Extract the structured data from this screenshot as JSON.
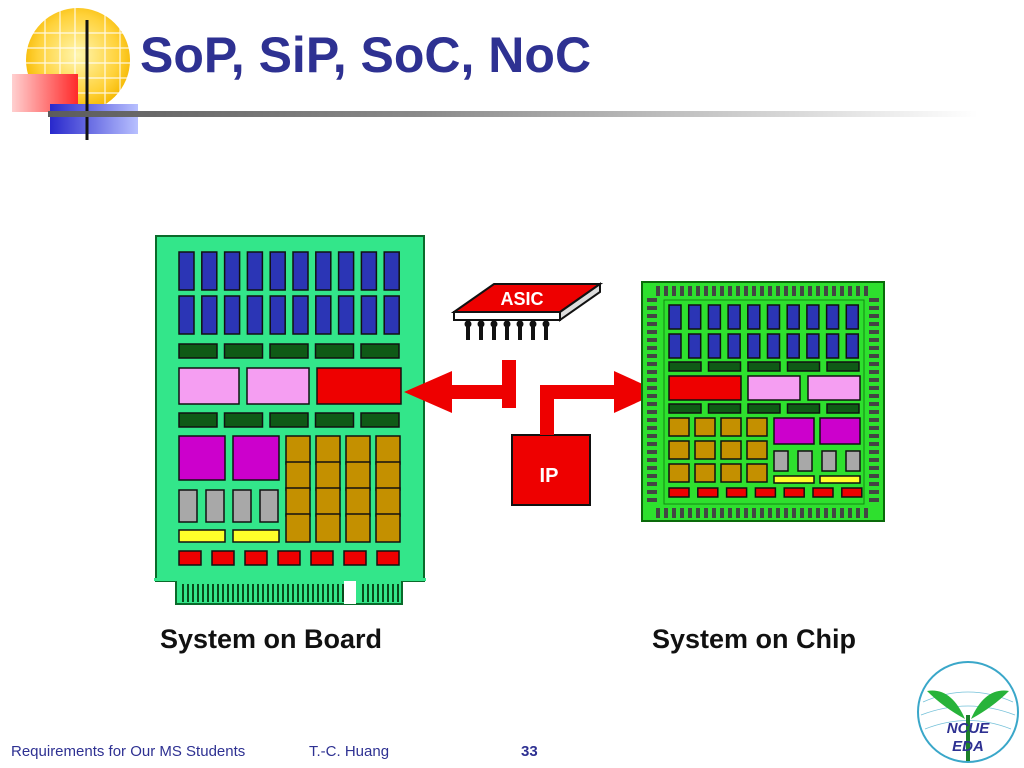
{
  "slide": {
    "title": "SoP, SiP, SoC, NoC"
  },
  "diagram": {
    "asic_label": "ASIC",
    "ip_label": "IP",
    "board_caption": "System on Board",
    "chip_caption": "System on Chip",
    "colors": {
      "board_green": "#33e68a",
      "chip_green": "#2ee02e",
      "memory_blue": "#2b35b5",
      "bus_dark_green": "#0f5a16",
      "pink_block": "#f59ef2",
      "red_block": "#ee0000",
      "purple_block": "#cc00cc",
      "gold_block": "#c49000",
      "gray_block": "#a8a8a8",
      "yellow_block": "#ffff2a",
      "arrow_red": "#ee0000"
    }
  },
  "footer": {
    "course": "Requirements for Our MS Students",
    "author": "T.-C. Huang",
    "page_number": "33"
  },
  "logo": {
    "text_line1": "NCUE",
    "text_line2": "EDA"
  }
}
